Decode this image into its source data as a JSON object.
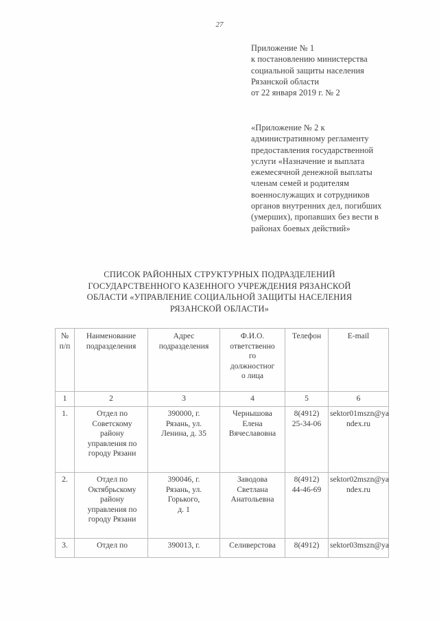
{
  "page": {
    "number": "27"
  },
  "approval_first": {
    "lines": [
      "Приложение № 1",
      "к постановлению министерства",
      "социальной защиты населения",
      "Рязанской области",
      "от 22 января 2019 г. № 2"
    ]
  },
  "approval_second": {
    "lines": [
      "«Приложение № 2 к",
      "административному регламенту",
      "предоставления государственной",
      "услуги «Назначение и выплата",
      "ежемесячной денежной выплаты",
      "членам семей и родителям",
      "военнослужащих и сотрудников",
      "органов внутренних дел, погибших",
      "(умерших), пропавших без вести в",
      "районах боевых действий»"
    ]
  },
  "title": {
    "lines": [
      "СПИСОК РАЙОННЫХ СТРУКТУРНЫХ ПОДРАЗДЕЛЕНИЙ",
      "ГОСУДАРСТВЕННОГО КАЗЕННОГО УЧРЕЖДЕНИЯ РЯЗАНСКОЙ",
      "ОБЛАСТИ «УПРАВЛЕНИЕ СОЦИАЛЬНОЙ ЗАЩИТЫ НАСЕЛЕНИЯ",
      "РЯЗАНСКОЙ ОБЛАСТИ»"
    ]
  },
  "table": {
    "headers": [
      {
        "line1": "№",
        "line2": "п/п",
        "line3": "",
        "line4": ""
      },
      {
        "line1": "Наименование",
        "line2": "подразделения",
        "line3": "",
        "line4": ""
      },
      {
        "line1": "Адрес",
        "line2": "подразделения",
        "line3": "",
        "line4": ""
      },
      {
        "line1": "Ф.И.О.",
        "line2": "ответственно",
        "line3": "го",
        "line4": "должностног",
        "line5": "о лица"
      },
      {
        "line1": "Телефон",
        "line2": "",
        "line3": "",
        "line4": ""
      },
      {
        "line1": "E-mail",
        "line2": "",
        "line3": "",
        "line4": ""
      }
    ],
    "column_numbers": [
      "1",
      "2",
      "3",
      "4",
      "5",
      "6"
    ],
    "rows": [
      {
        "num": "1.",
        "name_lines": [
          "Отдел по",
          "Советскому",
          "району",
          "управления по",
          "городу Рязани"
        ],
        "address_lines": [
          "390000, г.",
          "Рязань, ул.",
          "Ленина, д. 35"
        ],
        "person_lines": [
          "Чернышова",
          "Елена",
          "Вячеславовна"
        ],
        "phone_lines": [
          "8(4912)",
          "25-34-06"
        ],
        "email_lines": [
          "sektor01mszn@ya",
          "ndex.ru"
        ]
      },
      {
        "num": "2.",
        "name_lines": [
          "Отдел по",
          "Октябрьскому",
          "району",
          "управления по",
          "городу Рязани"
        ],
        "address_lines": [
          "390046, г.",
          "Рязань, ул.",
          "Горького,",
          "д. 1"
        ],
        "person_lines": [
          "Заводова",
          "Светлана",
          "Анатольевна"
        ],
        "phone_lines": [
          "8(4912)",
          "44-46-69"
        ],
        "email_lines": [
          "sektor02mszn@ya",
          "ndex.ru"
        ]
      },
      {
        "num": "3.",
        "name_lines": [
          "Отдел по"
        ],
        "address_lines": [
          "390013, г."
        ],
        "person_lines": [
          "Селиверстова"
        ],
        "phone_lines": [
          "8(4912)"
        ],
        "email_lines": [
          "sektor03mszn@ya"
        ]
      }
    ]
  }
}
